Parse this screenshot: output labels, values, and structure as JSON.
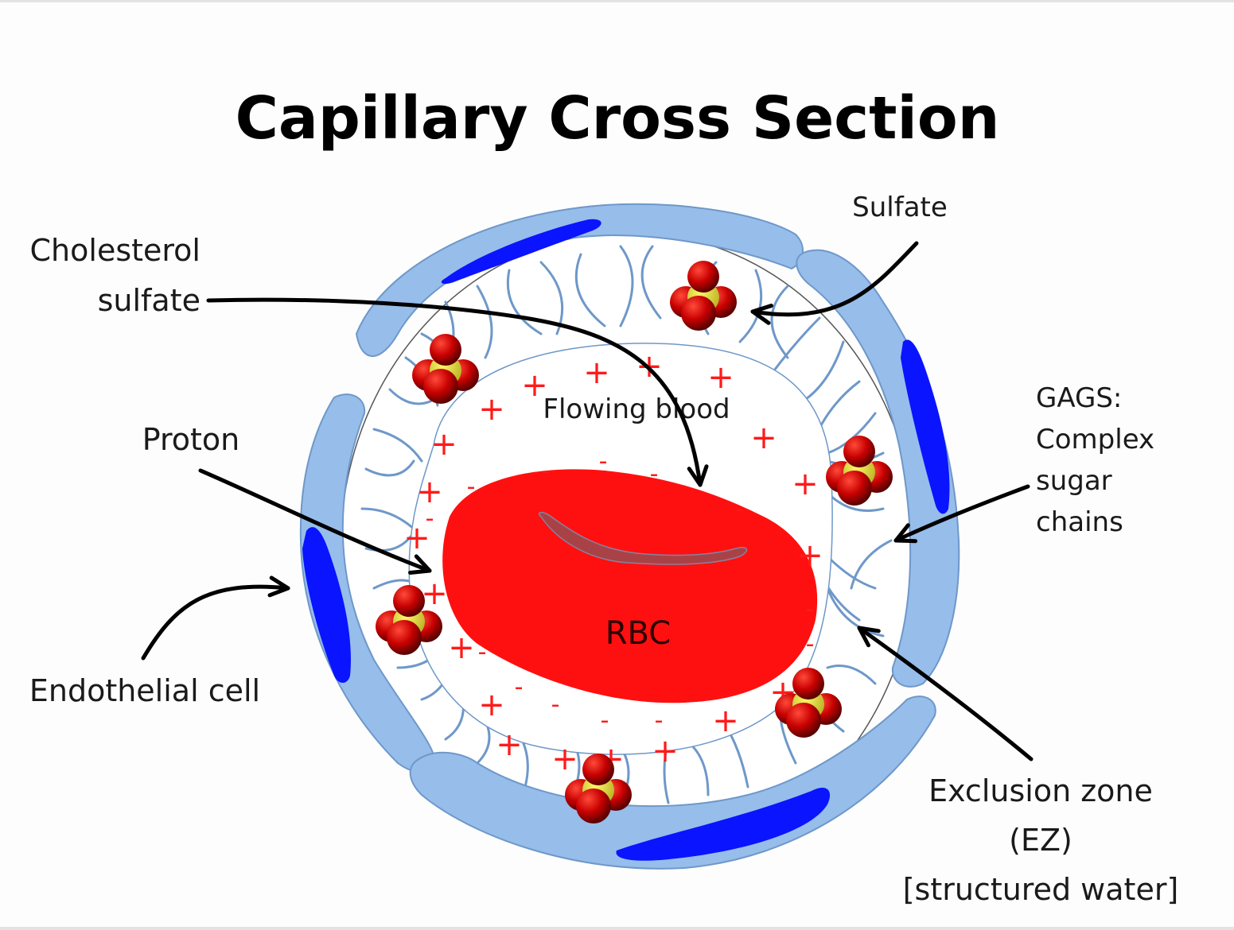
{
  "title": "Capillary Cross Section",
  "labels": {
    "cholesterol_sulfate": [
      "Cholesterol",
      "sulfate"
    ],
    "sulfate": "Sulfate",
    "proton": "Proton",
    "gags": [
      "GAGS:",
      "Complex",
      "sugar",
      "chains"
    ],
    "endothelial_cell": "Endothelial cell",
    "exclusion_zone": [
      "Exclusion zone",
      "(EZ)",
      "[structured water]"
    ],
    "flowing_blood": "Flowing blood",
    "rbc": "RBC"
  },
  "charges": {
    "positive_symbol": "+",
    "negative_symbol": "-"
  },
  "colors": {
    "endothelial_cell": "#97bdea",
    "nucleus": "#0a14ff",
    "rbc": "#ff1010",
    "charge": "#ff1a1a",
    "gag_chains": "#6e98c9",
    "sulfate_sulfur": "#e6e23a",
    "sulfate_oxygen": "#c80000"
  },
  "legend_items": [
    "Cholesterol sulfate",
    "Sulfate",
    "Proton",
    "GAGS: Complex sugar chains",
    "Endothelial cell",
    "Exclusion zone (EZ) [structured water]"
  ]
}
